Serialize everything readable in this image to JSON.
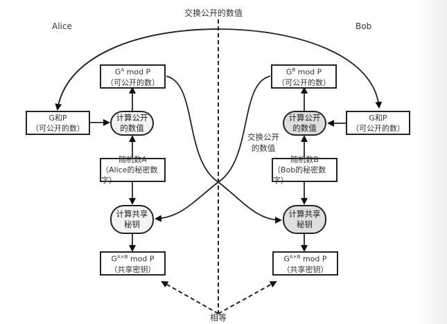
{
  "title": "交换公开的数值",
  "parties": {
    "left": "Alice",
    "right": "Bob"
  },
  "middle_label_line1": "交换公开",
  "middle_label_line2": "的数值",
  "equal_label": "相等",
  "alice": {
    "public_value": {
      "base": "G",
      "exp": "A",
      "rest": " mod P",
      "note": "（可公开的数）"
    },
    "gp": {
      "line1": "G和P",
      "line2": "（可公开的数）"
    },
    "compute_public": {
      "line1": "计算公开",
      "line2": "的数值"
    },
    "random": {
      "line1": "随机数A",
      "line2": "（Alice的秘密数字）"
    },
    "compute_shared": {
      "line1": "计算共享",
      "line2": "秘钥"
    },
    "shared_key": {
      "base": "G",
      "exp": "A×B",
      "rest": " mod P",
      "note": "（共享密钥）"
    }
  },
  "bob": {
    "public_value": {
      "base": "G",
      "exp": "B",
      "rest": " mod P",
      "note": "（可公开的数）"
    },
    "gp": {
      "line1": "G和P",
      "line2": "（可公开的数）"
    },
    "compute_public": {
      "line1": "计算公开",
      "line2": "的数值"
    },
    "random": {
      "line1": "随机数B",
      "line2": "（Bob的秘密数字）"
    },
    "compute_shared": {
      "line1": "计算共享",
      "line2": "秘钥"
    },
    "shared_key": {
      "base": "G",
      "exp": "A×B",
      "rest": " mod P",
      "note": "（共享密钥）"
    }
  }
}
